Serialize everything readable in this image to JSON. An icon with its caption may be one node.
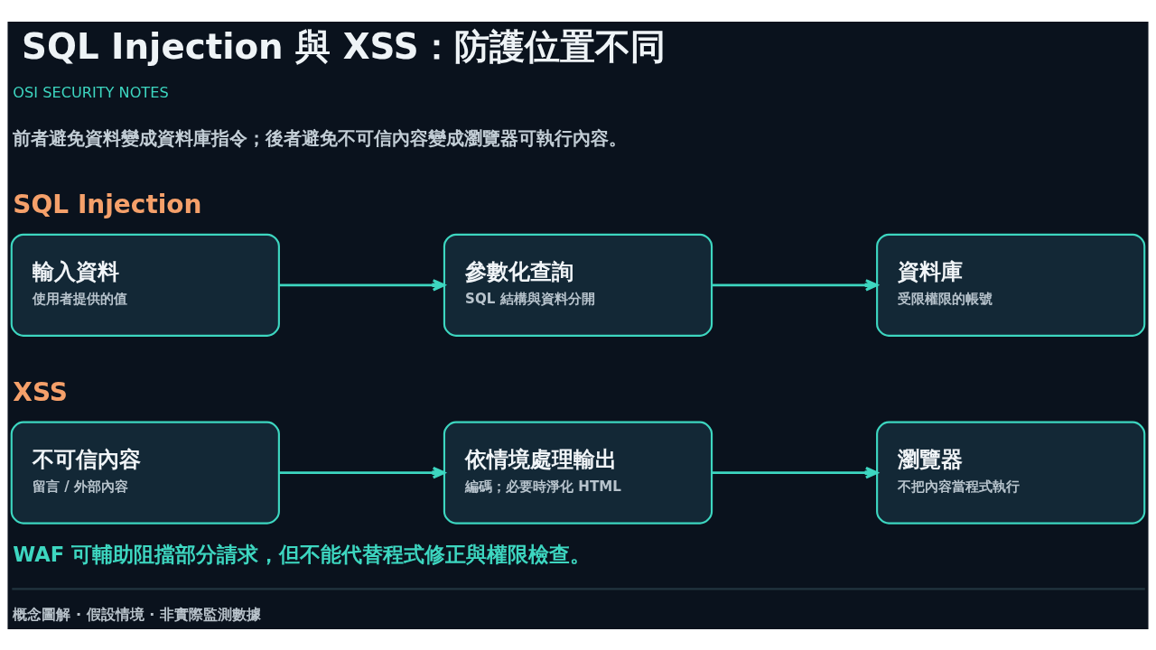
{
  "diagram": {
    "title": "SQL Injection 與 XSS：防護位置不同",
    "nodes": [
      {
        "text": [
          "輸入資料",
          "使用者提供的值"
        ]
      },
      {
        "text": [
          "參數化查詢",
          "SQL 結構與資料分開"
        ]
      },
      {
        "text": [
          "資料庫",
          "受限權限的帳號"
        ]
      },
      {
        "text": [
          "不可信內容",
          "留言 / 外部內容"
        ]
      },
      {
        "text": [
          "依情境處理輸出",
          "編碼；必要時淨化 HTML"
        ]
      },
      {
        "text": [
          "瀏覽器",
          "不把內容當程式執行"
        ]
      }
    ],
    "edges": [
      {
        "from": 0,
        "to": 1,
        "arrow": "to"
      },
      {
        "from": 1,
        "to": 2,
        "arrow": "to"
      },
      {
        "from": 3,
        "to": 4,
        "arrow": "to"
      },
      {
        "from": 4,
        "to": 5,
        "arrow": "to"
      }
    ],
    "labels": [
      "OSI SECURITY NOTES",
      "前者避免資料變成資料庫指令；後者避免不可信內容變成瀏覽器可執行內容。",
      "SQL Injection",
      "XSS",
      "WAF 可輔助阻擋部分請求，但不能代替程式修正與權限檢查。",
      "概念圖解 · 假設情境 · 非實際監測數據"
    ]
  }
}
